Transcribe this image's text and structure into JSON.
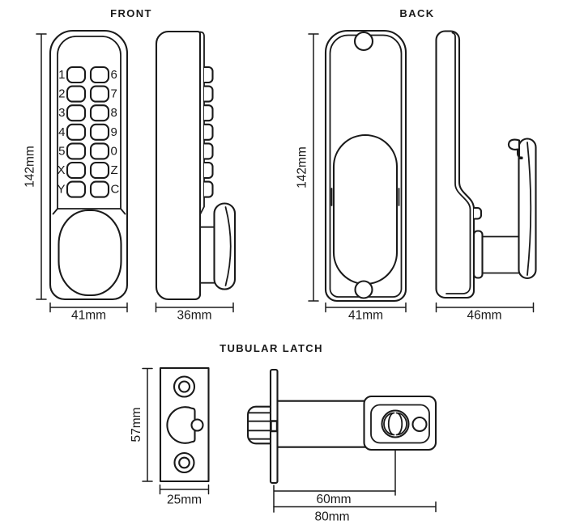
{
  "page": {
    "background": "#ffffff",
    "line_color": "#1a1a1a"
  },
  "sections": {
    "front": {
      "title": "FRONT",
      "keypad": {
        "left_keys": [
          "1",
          "2",
          "3",
          "4",
          "5",
          "X",
          "Y"
        ],
        "right_keys": [
          "6",
          "7",
          "8",
          "9",
          "0",
          "Z",
          "C"
        ]
      },
      "dims": {
        "height": "142mm",
        "width": "41mm",
        "side_width": "36mm"
      }
    },
    "back": {
      "title": "BACK",
      "dims": {
        "height": "142mm",
        "width": "41mm",
        "side_width": "46mm"
      }
    },
    "latch": {
      "title": "TUBULAR LATCH",
      "dims": {
        "faceplate_height": "57mm",
        "faceplate_width": "25mm",
        "backset": "60mm",
        "overall_length": "80mm"
      }
    }
  }
}
